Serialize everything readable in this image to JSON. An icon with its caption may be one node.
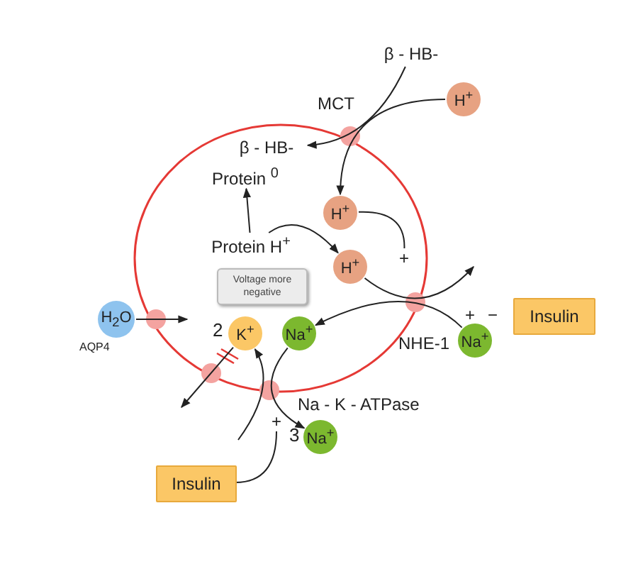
{
  "diagram": {
    "nodes": [
      {
        "text": [
          "β - HB-"
        ]
      },
      {
        "text": [
          "H$^{+}$"
        ]
      },
      {
        "text": [
          "β - HB-"
        ]
      },
      {
        "text": [
          "Protein $^{0}$"
        ]
      },
      {
        "text": [
          "H$^{+}$"
        ]
      },
      {
        "text": [
          "Protein H$^{+}$"
        ]
      },
      {
        "text": [
          "H$^{+}$"
        ]
      },
      {
        "text": [
          "Voltage more negative"
        ]
      },
      {
        "text": [
          "H$_{2}$O"
        ]
      },
      {
        "text": [
          "K$^{+}$"
        ],
        "beside": [
          "2"
        ]
      },
      {
        "text": [
          "Na$^{+}$"
        ]
      },
      {
        "text": [
          "Insulin"
        ]
      },
      {
        "text": [
          "Na$^{+}$"
        ]
      },
      {
        "text": [
          "Na$^{+}$"
        ],
        "beside": [
          "3"
        ]
      },
      {
        "text": [
          "Insulin"
        ]
      },
      {
        "text": [
          "+"
        ]
      },
      {
        "text": [
          "+"
        ]
      }
    ],
    "edges": [
      {
        "from": 0,
        "to": 2,
        "arrow": "to"
      },
      {
        "from": 1,
        "to": 4,
        "arrow": "to"
      },
      {
        "from": 5,
        "to": 3,
        "arrow": "to"
      },
      {
        "from": 5,
        "to": 6,
        "arrow": "to"
      },
      {
        "from": 4,
        "to": 15,
        "arrow": "none"
      },
      {
        "from": 6,
        "to": null,
        "arrow": "to"
      },
      {
        "from": 12,
        "to": 10,
        "arrow": "to"
      },
      {
        "from": 8,
        "to": null,
        "arrow": "to"
      },
      {
        "from": 9,
        "to": null,
        "arrow": "to"
      },
      {
        "from": 10,
        "to": 13,
        "arrow": "to"
      },
      {
        "from": null,
        "to": 9,
        "arrow": "to"
      },
      {
        "from": 14,
        "to": 16,
        "arrow": "none"
      }
    ],
    "labels": [
      "MCT",
      "AQP4",
      "+",
      "−",
      "NHE-1",
      "Na - K - ATPase"
    ]
  }
}
